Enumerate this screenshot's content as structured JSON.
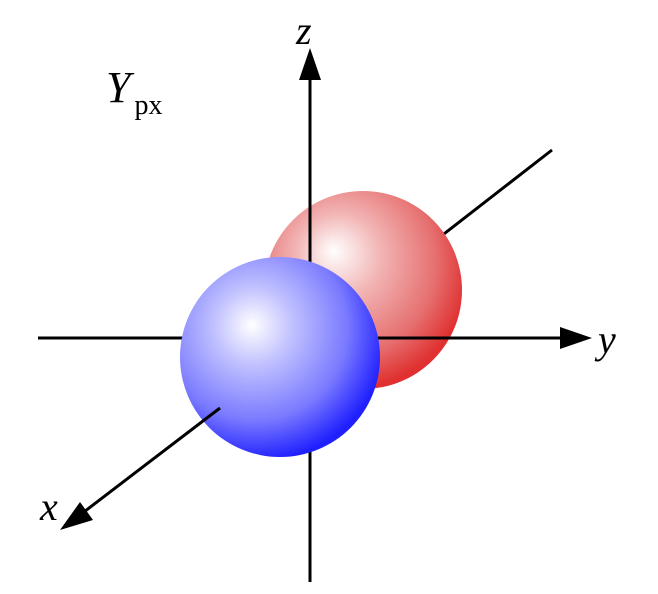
{
  "title": {
    "main": "Y",
    "subscript": "px"
  },
  "axes": {
    "x_label": "x",
    "y_label": "y",
    "z_label": "z"
  },
  "lobes": {
    "back_lobe_color": "#e03030",
    "back_lobe_highlight": "#ffffff",
    "front_lobe_color": "#2020ff",
    "front_lobe_highlight": "#ffffff"
  }
}
